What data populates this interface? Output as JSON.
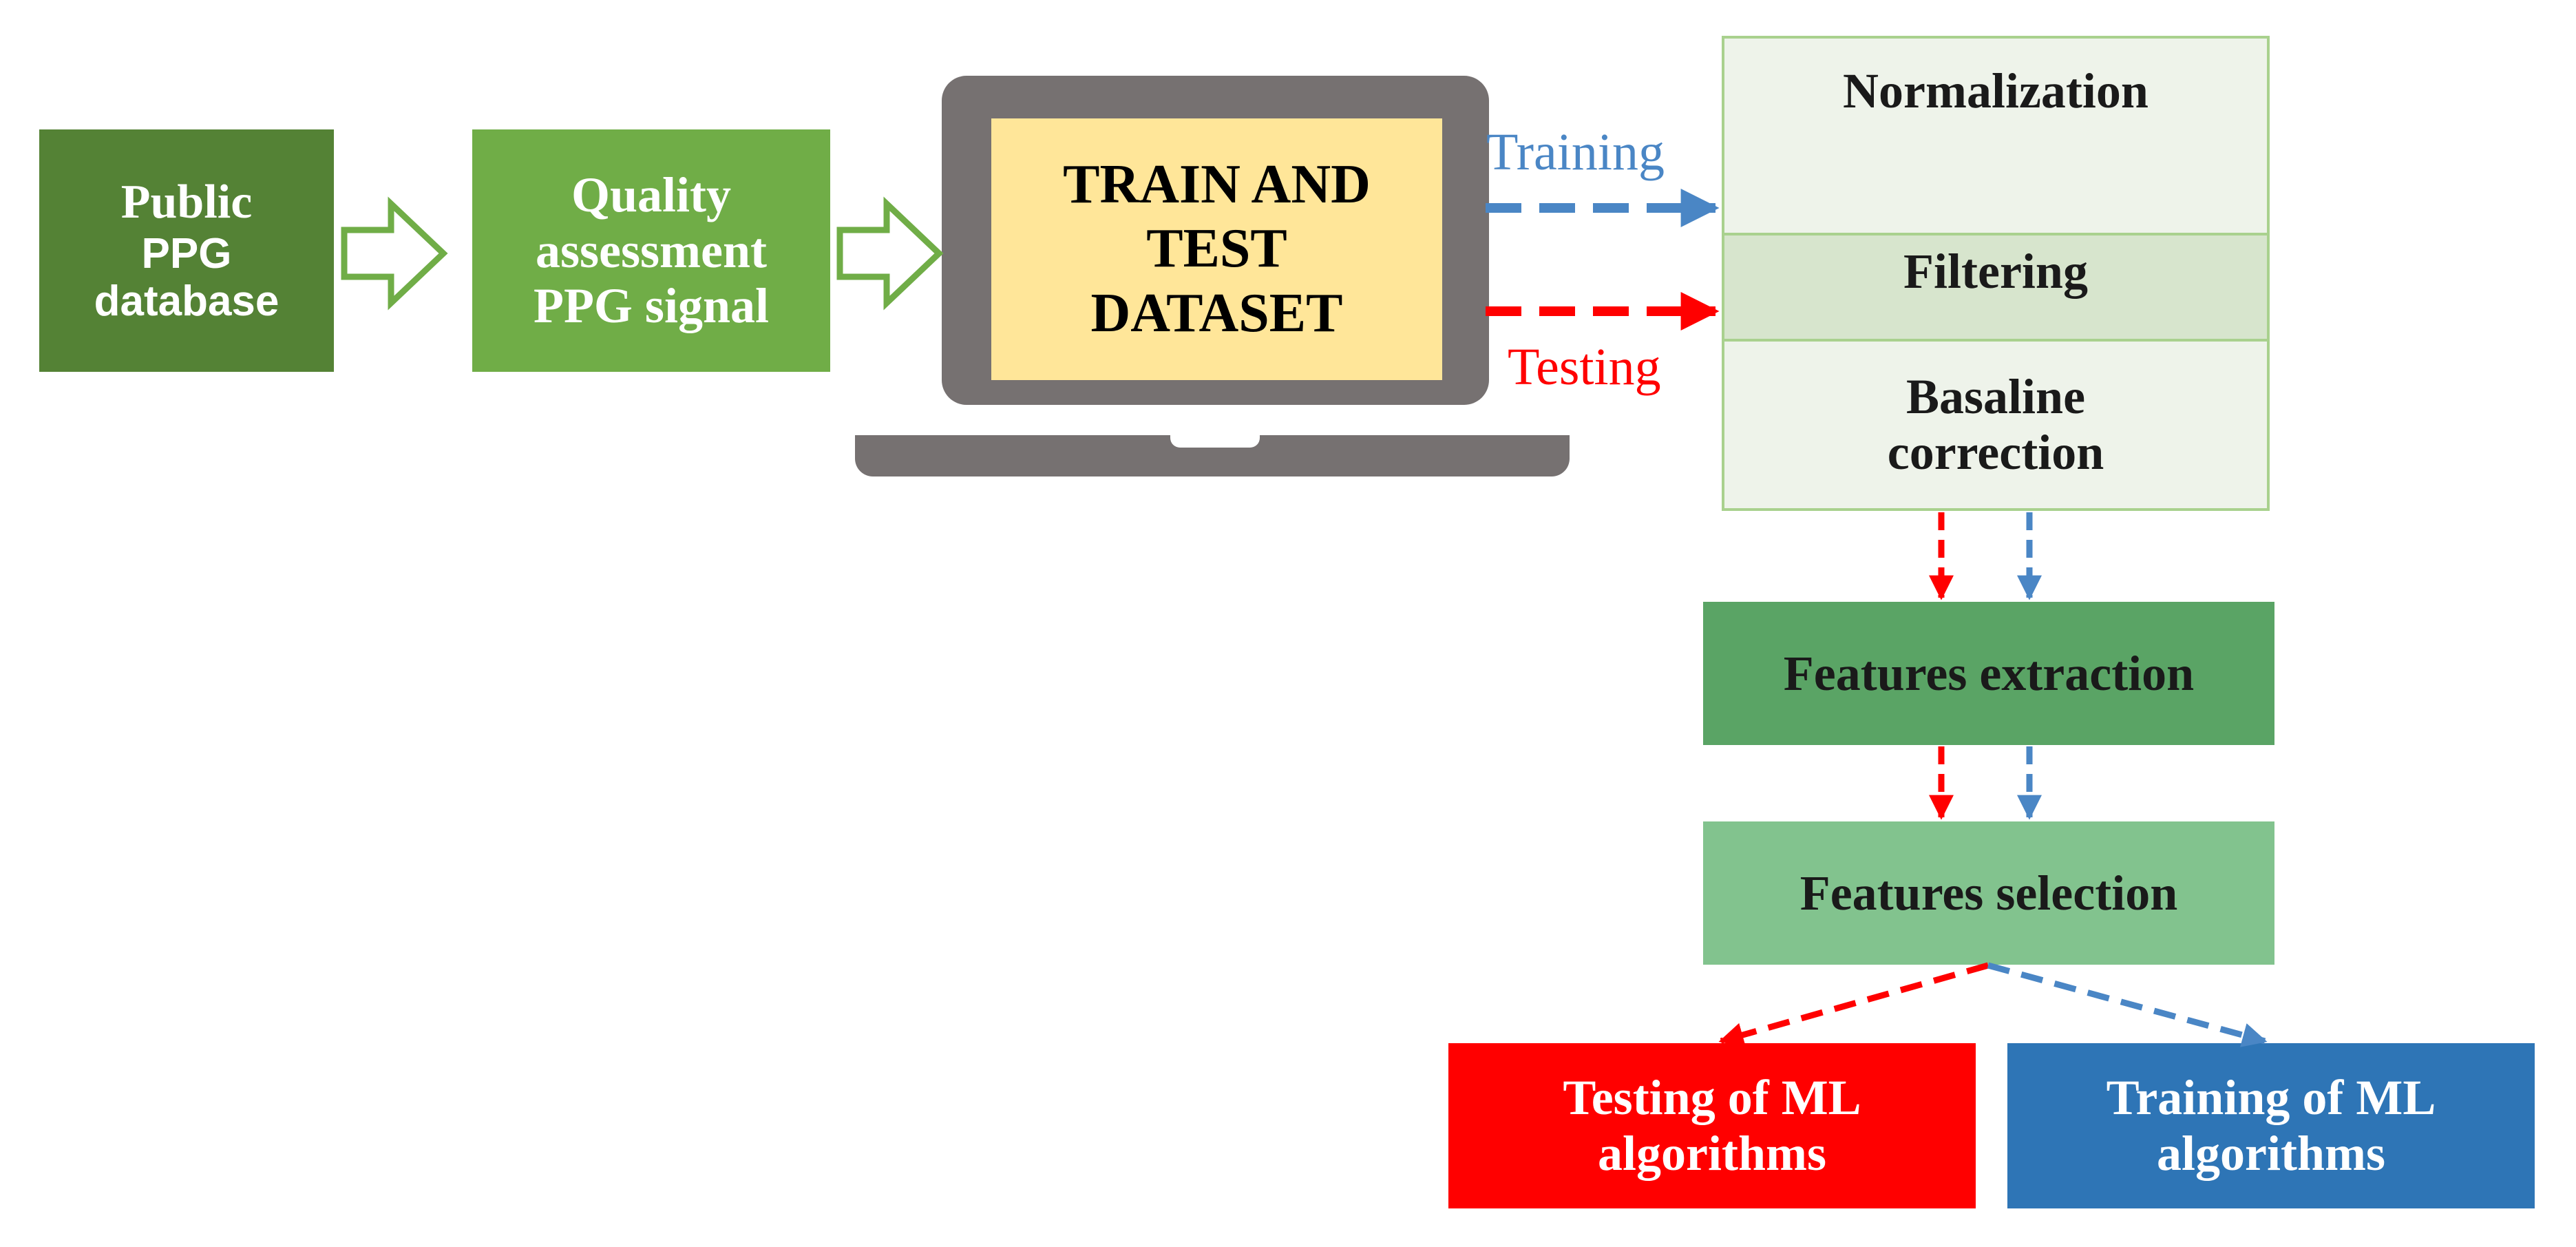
{
  "nodes": {
    "public_db": {
      "line1": "Public",
      "line2": "PPG",
      "line3": "database"
    },
    "quality": {
      "line1": "Quality",
      "line2": "assessment",
      "line3": "PPG signal"
    },
    "dataset": {
      "line1": "TRAIN AND",
      "line2": "TEST",
      "line3": "DATASET"
    },
    "normalization": "Normalization",
    "filtering": "Filtering",
    "baseline": {
      "line1": "Basaline",
      "line2": "correction"
    },
    "extraction": "Features extraction",
    "selection": "Features selection",
    "testing_ml": {
      "line1": "Testing of ML",
      "line2": "algorithms"
    },
    "training_ml": {
      "line1": "Training of ML",
      "line2": "algorithms"
    }
  },
  "edges": {
    "training_label": "Training",
    "testing_label": "Testing"
  },
  "colors": {
    "training": "#4a86c5",
    "testing": "#ff0000",
    "hollow_arrow": "#70ad47"
  }
}
